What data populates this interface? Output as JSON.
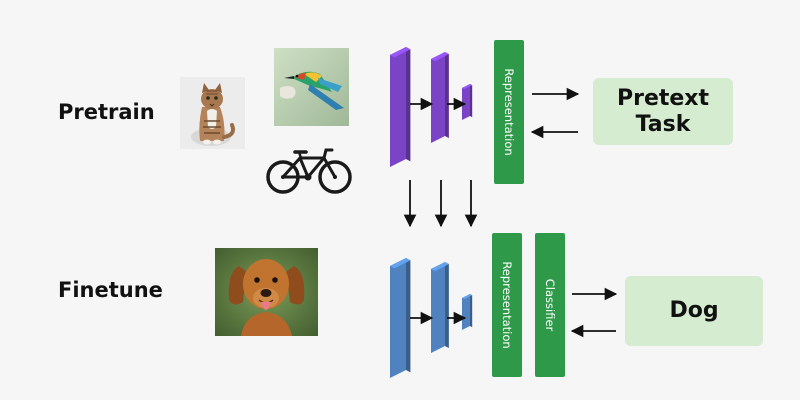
{
  "stages": {
    "pretrain": {
      "label": "Pretrain"
    },
    "finetune": {
      "label": "Finetune"
    }
  },
  "pretrain": {
    "representation_label": "Representation",
    "output_line1": "Pretext",
    "output_line2": "Task"
  },
  "finetune": {
    "representation_label": "Representation",
    "classifier_label": "Classifier",
    "output_label": "Dog"
  },
  "images": [
    "cat-photo",
    "bird-photo",
    "bicycle-icon",
    "dog-photo"
  ],
  "colors": {
    "pretrain_layers": "#7b44c7",
    "finetune_layers": "#4f82be",
    "bar_green": "#2e9a49",
    "output_box": "#d5ecd0",
    "arrow": "#111111",
    "background": "#f6f6f6"
  }
}
